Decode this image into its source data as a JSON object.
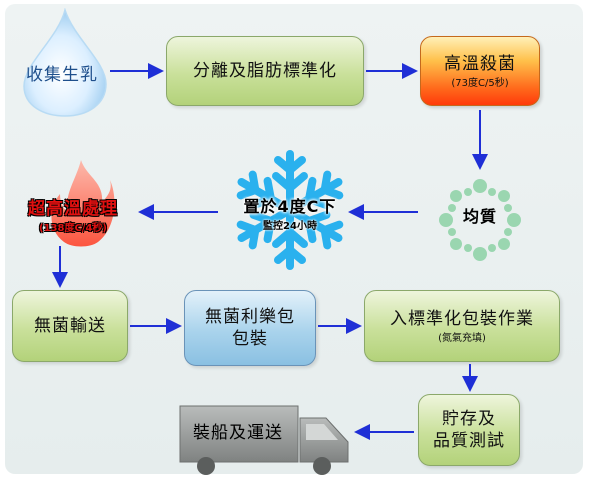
{
  "steps": {
    "collect_milk": "收集生乳",
    "separation": "分離及脂肪標準化",
    "pasteurize": "高溫殺菌",
    "pasteurize_sub": "(73度C/5秒)",
    "homogenize": "均質",
    "cool": "置於4度C下",
    "cool_sub": "監控24小時",
    "uht": "超高溫處理",
    "uht_sub": "(138度C/4秒)",
    "aseptic_transport": "無菌輸送",
    "aseptic_pack_line1": "無菌利樂包",
    "aseptic_pack_line2": "包裝",
    "standard_pack": "入標準化包裝作業",
    "standard_pack_sub": "(氮氣充填)",
    "storage_line1": "貯存及",
    "storage_line2": "品質測試",
    "shipping": "裝船及運送"
  },
  "colors": {
    "arrow": "#1f2fd6",
    "green_box": "#c9e09a",
    "blue_box": "#a9d3ec",
    "orange_box": "#ff6a1c",
    "uht_text": "#e01010",
    "snowflake": "#2ab1ee",
    "homogenize_dots": "#8fd3a8",
    "truck": "#8e9190"
  },
  "icons": [
    "water-drop-icon",
    "snowflake-icon",
    "flame-icon",
    "molecule-icon",
    "truck-icon"
  ]
}
